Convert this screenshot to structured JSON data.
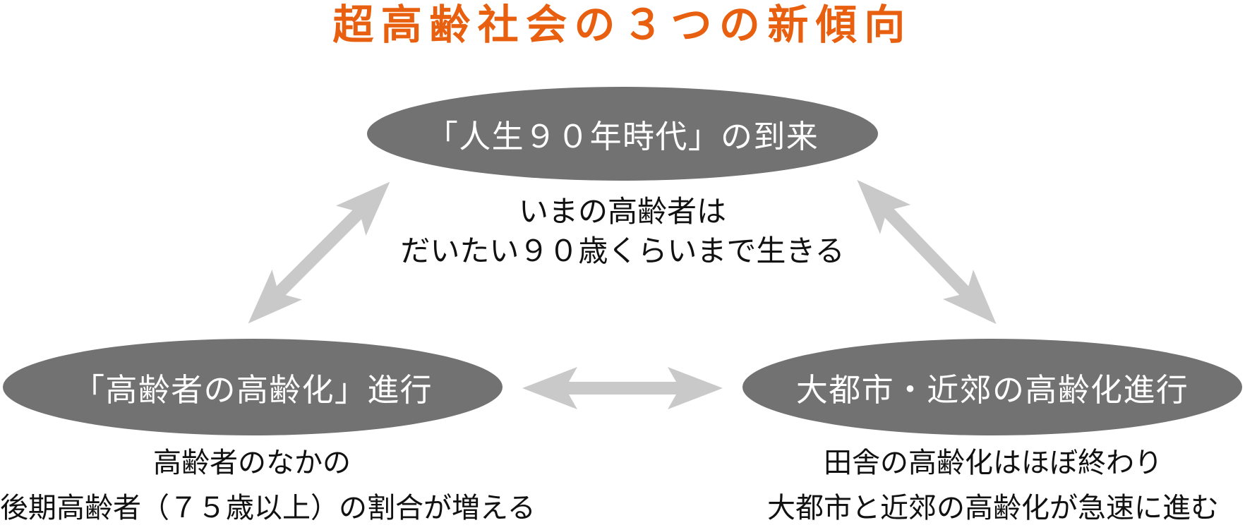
{
  "title": "超高齢社会の３つの新傾向",
  "colors": {
    "title": "#e8600f",
    "ellipse_fill": "#727272",
    "ellipse_text": "#ffffff",
    "arrow": "#c9c9c9",
    "body_text": "#111111",
    "background": "#ffffff"
  },
  "nodes": {
    "top": {
      "label": "「人生９０年時代」の到来",
      "caption": [
        "いまの高齢者は",
        "だいたい９０歳くらいまで生きる"
      ]
    },
    "bottom_left": {
      "label": "「高齢者の高齢化」進行",
      "caption": [
        "高齢者のなかの",
        "後期高齢者（７５歳以上）の割合が増える"
      ]
    },
    "bottom_right": {
      "label": "大都市・近郊の高齢化進行",
      "caption": [
        "田舎の高齢化はほぼ終わり",
        "大都市と近郊の高齢化が急速に進む"
      ]
    }
  },
  "arrows": [
    {
      "name": "top-to-bottom-left",
      "direction": "bidirectional"
    },
    {
      "name": "top-to-bottom-right",
      "direction": "bidirectional"
    },
    {
      "name": "bottom-left-to-bottom-right",
      "direction": "bidirectional"
    }
  ]
}
